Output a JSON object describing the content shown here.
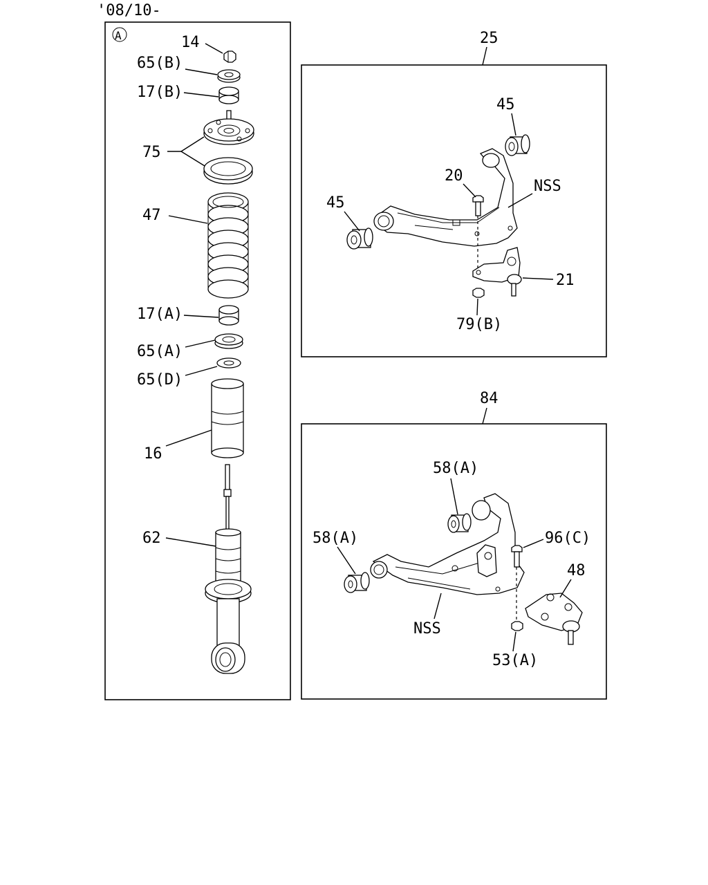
{
  "header": {
    "date_code": "'08/10-"
  },
  "panel_a": {
    "marker": "A",
    "labels": {
      "p14": "14",
      "p65b": "65(B)",
      "p17b": "17(B)",
      "p75": "75",
      "p47": "47",
      "p17a": "17(A)",
      "p65a": "65(A)",
      "p65d": "65(D)",
      "p16": "16",
      "p62": "62"
    }
  },
  "panel_upper_arm": {
    "callout": "25",
    "labels": {
      "p45_top": "45",
      "p45_left": "45",
      "p20": "20",
      "nss": "NSS",
      "p21": "21",
      "p79b": "79(B)"
    }
  },
  "panel_lower_arm": {
    "callout": "84",
    "labels": {
      "p58a_top": "58(A)",
      "p58a_left": "58(A)",
      "p96c": "96(C)",
      "p48": "48",
      "nss": "NSS",
      "p53a": "53(A)"
    }
  }
}
